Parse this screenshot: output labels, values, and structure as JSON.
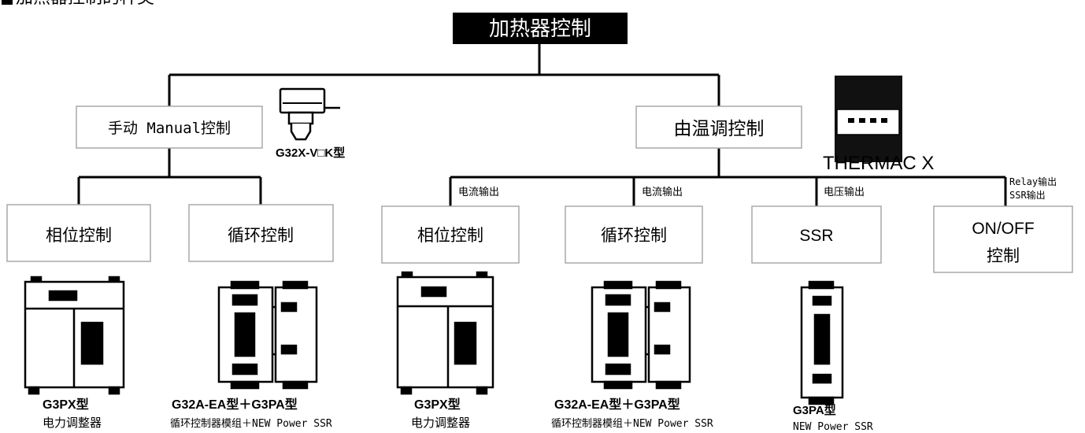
{
  "header": {
    "section_title": "加热器控制的种类",
    "root": "加热器控制"
  },
  "manual": {
    "label": "手动 Manual控制",
    "device_label": "G32X-V□K型",
    "children": [
      {
        "label": "相位控制",
        "product": "G3PX型",
        "description": "电力调整器"
      },
      {
        "label": "循环控制",
        "product": "G32A-EA型＋G3PA型",
        "description": "循环控制器模组＋NEW Power SSR"
      }
    ]
  },
  "thermostat": {
    "label": "由温调控制",
    "device_label": "THERMAC X",
    "children": [
      {
        "output": "电流输出",
        "label": "相位控制",
        "product": "G3PX型",
        "description": "电力调整器"
      },
      {
        "output": "电流输出",
        "label": "循环控制",
        "product": "G32A-EA型＋G3PA型",
        "description": "循环控制器模组＋NEW Power SSR"
      },
      {
        "output": "电压输出",
        "label": "SSR",
        "product": "G3PA型",
        "description": "NEW Power SSR"
      },
      {
        "output_line1": "Relay输出",
        "output_line2": "SSR输出",
        "label_line1": "ON/OFF",
        "label_line2": "控制"
      }
    ]
  },
  "colors": {
    "line": "#000000",
    "box_border": "#a8a8a8",
    "root_bg": "#000000",
    "root_text": "#ffffff",
    "device_fill": "#ffffff",
    "device_dark": "#111111"
  }
}
